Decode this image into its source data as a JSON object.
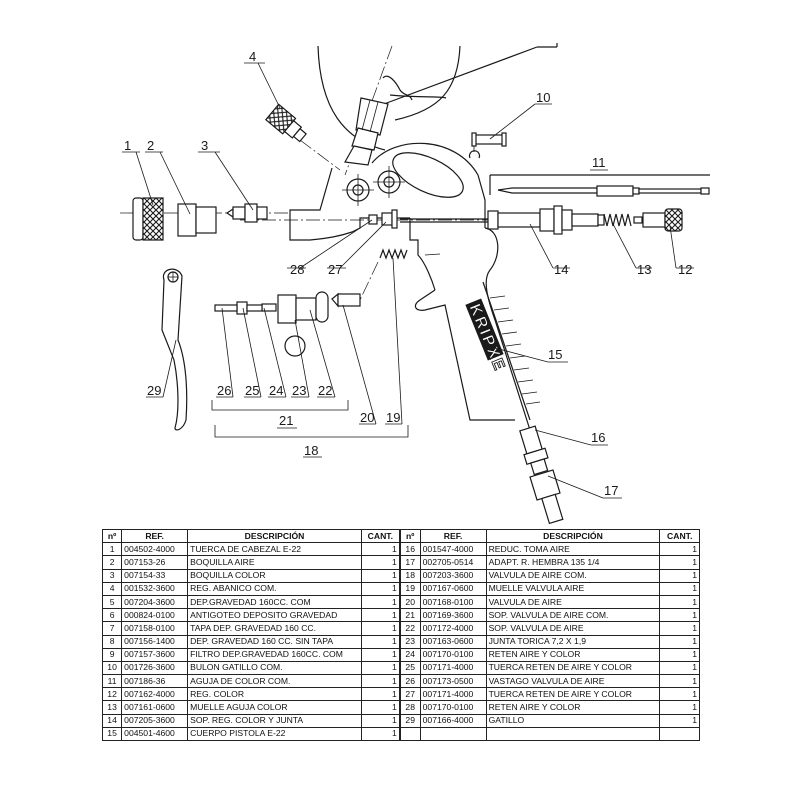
{
  "drawing": {
    "title": "Exploded view spray gun E-22",
    "brand_text": "KRIPXE",
    "callouts": [
      "1",
      "2",
      "3",
      "4",
      "10",
      "11",
      "12",
      "13",
      "14",
      "15",
      "16",
      "17",
      "18",
      "19",
      "20",
      "21",
      "22",
      "23",
      "24",
      "25",
      "26",
      "27",
      "28",
      "29"
    ]
  },
  "table": {
    "headers": {
      "n": "nº",
      "ref": "REF.",
      "desc": "DESCRIPCIÓN",
      "qty": "CANT."
    },
    "left": [
      {
        "n": "1",
        "ref": "004502-4000",
        "desc": "TUERCA DE CABEZAL E-22",
        "qty": "1"
      },
      {
        "n": "2",
        "ref": "007153-26",
        "desc": "BOQUILLA AIRE",
        "qty": "1"
      },
      {
        "n": "3",
        "ref": "007154-33",
        "desc": "BOQUILLA COLOR",
        "qty": "1"
      },
      {
        "n": "4",
        "ref": "001532-3600",
        "desc": "REG. ABANICO COM.",
        "qty": "1"
      },
      {
        "n": "5",
        "ref": "007204-3600",
        "desc": "DEP.GRAVEDAD 160CC. COM",
        "qty": "1"
      },
      {
        "n": "6",
        "ref": "000824-0100",
        "desc": "ANTIGOTEO DEPOSITO GRAVEDAD",
        "qty": "1"
      },
      {
        "n": "7",
        "ref": "007158-0100",
        "desc": "TAPA DEP. GRAVEDAD 160 CC.",
        "qty": "1"
      },
      {
        "n": "8",
        "ref": "007156-1400",
        "desc": "DEP. GRAVEDAD 160 CC. SIN TAPA",
        "qty": "1"
      },
      {
        "n": "9",
        "ref": "007157-3600",
        "desc": "FILTRO DEP.GRAVEDAD 160CC. COM",
        "qty": "1"
      },
      {
        "n": "10",
        "ref": "001726-3600",
        "desc": "BULON GATILLO COM.",
        "qty": "1"
      },
      {
        "n": "11",
        "ref": "007186-36",
        "desc": "AGUJA DE COLOR COM.",
        "qty": "1"
      },
      {
        "n": "12",
        "ref": "007162-4000",
        "desc": "REG. COLOR",
        "qty": "1"
      },
      {
        "n": "13",
        "ref": "007161-0600",
        "desc": "MUELLE AGUJA COLOR",
        "qty": "1"
      },
      {
        "n": "14",
        "ref": "007205-3600",
        "desc": "SOP. REG. COLOR Y JUNTA",
        "qty": "1"
      },
      {
        "n": "15",
        "ref": "004501-4600",
        "desc": "CUERPO PISTOLA E-22",
        "qty": "1"
      }
    ],
    "right": [
      {
        "n": "16",
        "ref": "001547-4000",
        "desc": "REDUC. TOMA AIRE",
        "qty": "1"
      },
      {
        "n": "17",
        "ref": "002705-0514",
        "desc": "ADAPT. R. HEMBRA 135 1/4",
        "qty": "1"
      },
      {
        "n": "18",
        "ref": "007203-3600",
        "desc": "VALVULA DE AIRE COM.",
        "qty": "1"
      },
      {
        "n": "19",
        "ref": "007167-0600",
        "desc": "MUELLE VALVULA AIRE",
        "qty": "1"
      },
      {
        "n": "20",
        "ref": "007168-0100",
        "desc": "VALVULA DE AIRE",
        "qty": "1"
      },
      {
        "n": "21",
        "ref": "007169-3600",
        "desc": "SOP. VALVULA DE AIRE COM.",
        "qty": "1"
      },
      {
        "n": "22",
        "ref": "007172-4000",
        "desc": "SOP. VALVULA DE AIRE",
        "qty": "1"
      },
      {
        "n": "23",
        "ref": "007163-0600",
        "desc": "JUNTA TORICA  7,2 X 1,9",
        "qty": "1"
      },
      {
        "n": "24",
        "ref": "007170-0100",
        "desc": "RETEN AIRE Y COLOR",
        "qty": "1"
      },
      {
        "n": "25",
        "ref": "007171-4000",
        "desc": "TUERCA RETEN DE AIRE Y COLOR",
        "qty": "1"
      },
      {
        "n": "26",
        "ref": "007173-0500",
        "desc": "VASTAGO VALVULA DE AIRE",
        "qty": "1"
      },
      {
        "n": "27",
        "ref": "007171-4000",
        "desc": "TUERCA RETEN DE AIRE Y COLOR",
        "qty": "1"
      },
      {
        "n": "28",
        "ref": "007170-0100",
        "desc": "RETEN AIRE Y COLOR",
        "qty": "1"
      },
      {
        "n": "29",
        "ref": "007166-4000",
        "desc": "GATILLO",
        "qty": "1"
      },
      {
        "n": "",
        "ref": "",
        "desc": "",
        "qty": ""
      }
    ]
  }
}
